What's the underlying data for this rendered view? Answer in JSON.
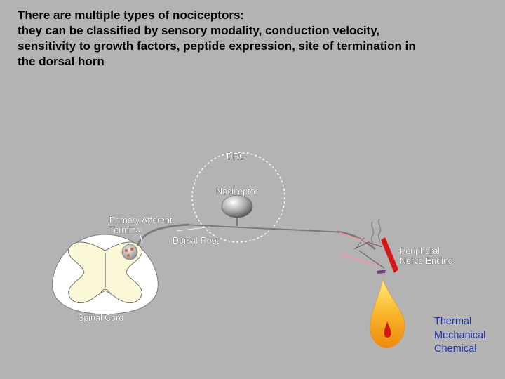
{
  "slide": {
    "title_lines": [
      "There are multiple types of nociceptors:",
      "they can be classified by sensory modality, conduction velocity,",
      "sensitivity to growth factors, peptide expression, site of termination in",
      "the dorsal horn"
    ]
  },
  "diagram": {
    "labels": {
      "drg": "DRG",
      "nociceptor": "Nociceptor",
      "primary_afferent_1": "Primary Afferent",
      "primary_afferent_2": "Terminal",
      "dorsal_root": "Dorsal Root",
      "peripheral_1": "Peripheral",
      "peripheral_2": "Nerve Ending",
      "spinal_cord": "Spinal Cord"
    },
    "stimuli": [
      "Thermal",
      "Mechanical",
      "Chemical"
    ]
  },
  "colors": {
    "background": "#b3b3b3",
    "stimuli_text": "#1f33a8",
    "spinal_gray_matter": "#fbf8d8",
    "nerve_fiber": "#7a7a7a",
    "flame_outer": "#f5a81c",
    "flame_inner": "#d41818"
  }
}
